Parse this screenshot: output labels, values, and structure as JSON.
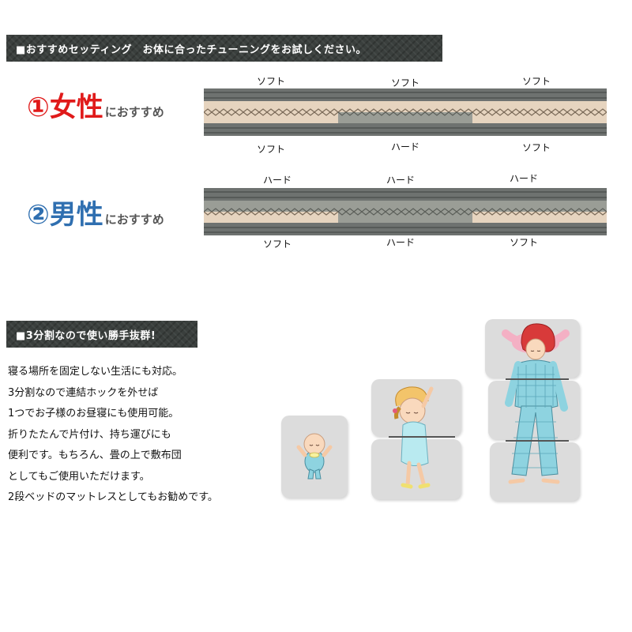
{
  "banner_top": "■おすすめセッティング　お体に合ったチューニングをお試しください。",
  "banner_bottom": "■3分割なので使い勝手抜群!",
  "rec_female": {
    "number": "①",
    "word": "女性",
    "suffix": "におすすめ"
  },
  "rec_male": {
    "number": "②",
    "word": "男性",
    "suffix": "におすすめ"
  },
  "female_cells": [
    {
      "top": "ソフト",
      "bottom": "ソフト"
    },
    {
      "top": "ソフト",
      "bottom": "ハード"
    },
    {
      "top": "ソフト",
      "bottom": "ソフト"
    }
  ],
  "male_cells": [
    {
      "top": "ハード",
      "bottom": "ソフト"
    },
    {
      "top": "ハード",
      "bottom": "ハード"
    },
    {
      "top": "ハード",
      "bottom": "ソフト"
    }
  ],
  "paragraph": [
    "寝る場所を固定しない生活にも対応。",
    "3分割なので連結ホックを外せば",
    "1つでお子様のお昼寝にも使用可能。",
    "折りたたんで片付け、持ち運びにも",
    "便利です。もちろん、畳の上で敷布団",
    "としてもご使用いただけます。",
    "2段ベッドのマットレスとしてもお勧めです。"
  ],
  "colors": {
    "female_accent": "#e01a1a",
    "male_accent": "#2f6fb0",
    "soft_layer": "#e6d4bf",
    "hard_layer": "#9a9d96",
    "foam_gray": "#6e7270"
  }
}
